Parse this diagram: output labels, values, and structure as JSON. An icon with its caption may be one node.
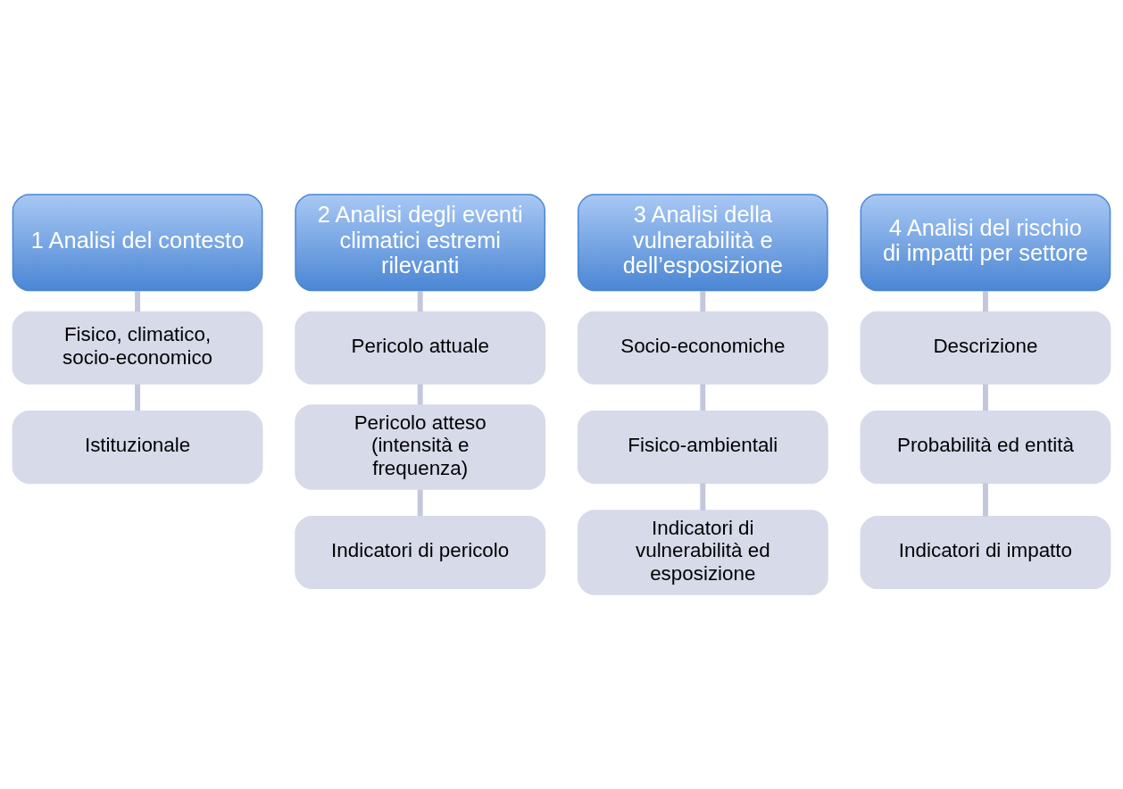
{
  "diagram": {
    "nodes": [
      {
        "text": [
          "1 Analisi del contesto"
        ]
      },
      {
        "text": [
          "Fisico, climatico, socio-economico"
        ]
      },
      {
        "text": [
          "Istituzionale"
        ]
      },
      {
        "text": [
          "2 Analisi degli eventi climatici estremi rilevanti"
        ]
      },
      {
        "text": [
          "Pericolo attuale"
        ]
      },
      {
        "text": [
          "Pericolo atteso (intensità e frequenza)"
        ]
      },
      {
        "text": [
          "Indicatori di pericolo"
        ]
      },
      {
        "text": [
          "3 Analisi della vulnerabilità e dell’esposizione"
        ]
      },
      {
        "text": [
          "Socio-economiche"
        ]
      },
      {
        "text": [
          "Fisico-ambientali"
        ]
      },
      {
        "text": [
          "Indicatori di vulnerabilità ed esposizione"
        ]
      },
      {
        "text": [
          "4 Analisi del rischio di impatti per settore"
        ]
      },
      {
        "text": [
          "Descrizione"
        ]
      },
      {
        "text": [
          "Probabilità ed entità"
        ]
      },
      {
        "text": [
          "Indicatori di impatto"
        ]
      }
    ],
    "edges": [
      {
        "from": 0,
        "to": 1,
        "arrow": "none"
      },
      {
        "from": 1,
        "to": 2,
        "arrow": "none"
      },
      {
        "from": 3,
        "to": 4,
        "arrow": "none"
      },
      {
        "from": 4,
        "to": 5,
        "arrow": "none"
      },
      {
        "from": 5,
        "to": 6,
        "arrow": "none"
      },
      {
        "from": 7,
        "to": 8,
        "arrow": "none"
      },
      {
        "from": 8,
        "to": 9,
        "arrow": "none"
      },
      {
        "from": 9,
        "to": 10,
        "arrow": "none"
      },
      {
        "from": 11,
        "to": 12,
        "arrow": "none"
      },
      {
        "from": 12,
        "to": 13,
        "arrow": "none"
      },
      {
        "from": 13,
        "to": 14,
        "arrow": "none"
      }
    ]
  }
}
